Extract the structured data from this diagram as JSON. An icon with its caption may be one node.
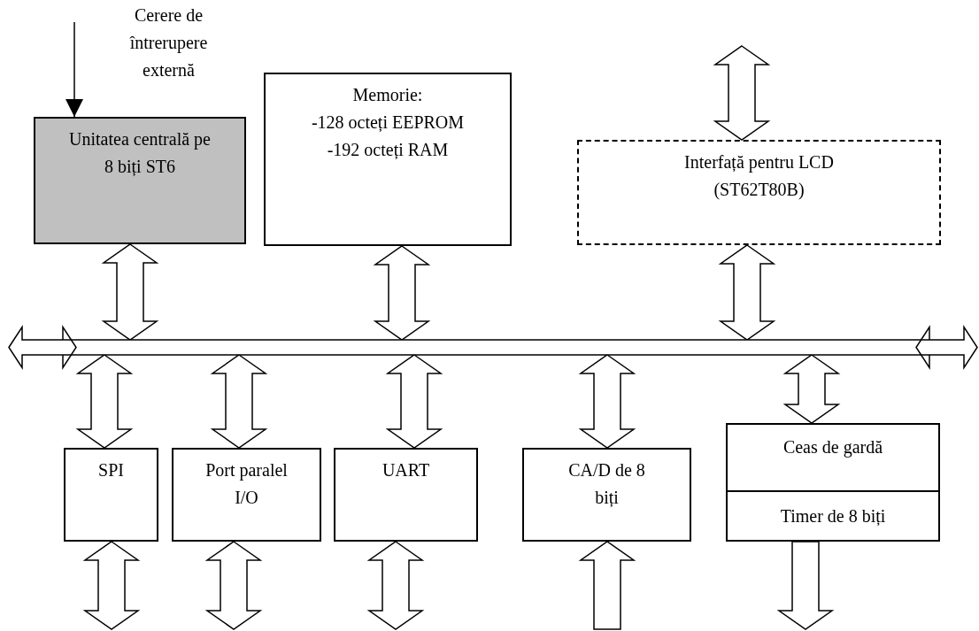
{
  "diagram": {
    "nodes": [
      {
        "text": [
          "Unitatea centrală pe 8 biți ST6"
        ]
      },
      {
        "text": [
          "Memorie:",
          "-128 octeți EEPROM",
          "-192 octeți RAM"
        ]
      },
      {
        "text": [
          "Interfață pentru LCD (ST62T80B)"
        ]
      },
      {
        "text": [],
        "shape": "bar"
      },
      {
        "text": [
          "SPI"
        ]
      },
      {
        "text": [
          "Port paralel I/O"
        ]
      },
      {
        "text": [
          "UART"
        ]
      },
      {
        "text": [
          "CA/D de 8 biți"
        ]
      },
      {
        "text": [
          "Ceas de gardă"
        ]
      },
      {
        "text": [
          "Timer de 8 biți"
        ]
      }
    ],
    "edges": [
      {
        "from": null,
        "to": 0,
        "arrow": "to",
        "label": "Cerere de întrerupere externă"
      },
      {
        "from": 0,
        "to": 3,
        "arrow": "both",
        "style": "thick"
      },
      {
        "from": 1,
        "to": 3,
        "arrow": "both",
        "style": "thick"
      },
      {
        "from": null,
        "to": 2,
        "arrow": "both",
        "style": "thick"
      },
      {
        "from": 2,
        "to": 3,
        "arrow": "both",
        "style": "thick"
      },
      {
        "from": 3,
        "to": 4,
        "arrow": "both",
        "style": "thick"
      },
      {
        "from": 3,
        "to": 5,
        "arrow": "both",
        "style": "thick"
      },
      {
        "from": 3,
        "to": 6,
        "arrow": "both",
        "style": "thick"
      },
      {
        "from": 3,
        "to": 7,
        "arrow": "both",
        "style": "thick"
      },
      {
        "from": 3,
        "to": 8,
        "arrow": "both",
        "style": "thick"
      },
      {
        "from": 4,
        "to": null,
        "arrow": "both",
        "style": "thick"
      },
      {
        "from": 5,
        "to": null,
        "arrow": "both",
        "style": "thick"
      },
      {
        "from": 6,
        "to": null,
        "arrow": "both",
        "style": "thick"
      },
      {
        "from": null,
        "to": 7,
        "arrow": "to",
        "style": "thick"
      },
      {
        "from": 9,
        "to": null,
        "arrow": "to",
        "style": "thick"
      }
    ]
  }
}
